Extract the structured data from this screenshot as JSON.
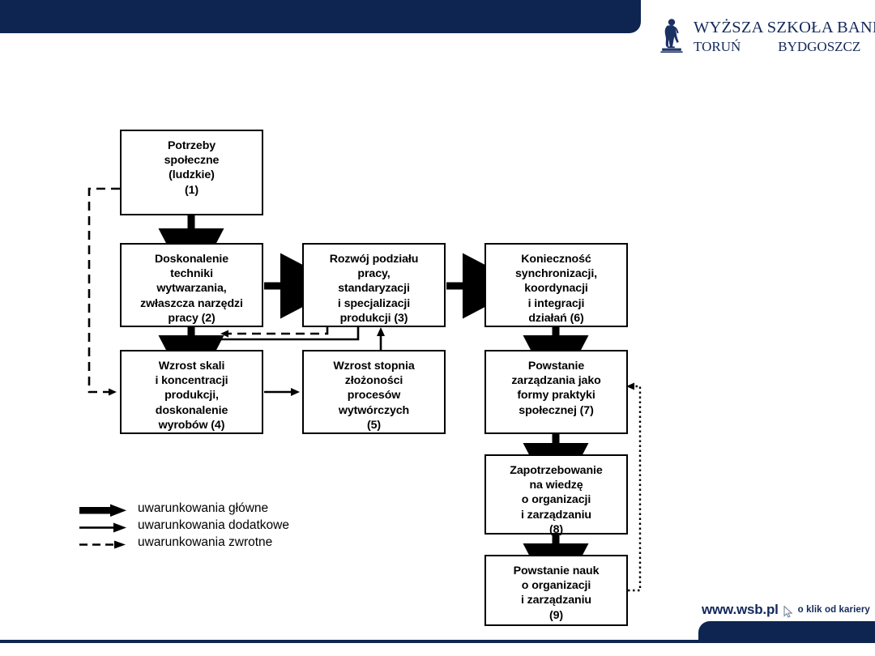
{
  "header": {
    "brand_line1": "WYŻSZA SZKOŁA BANKOWA",
    "brand_city1": "TORUŃ",
    "brand_city2": "BYDGOSZCZ",
    "logo_icon": "wsb-statue-logo-icon",
    "band_color": "#0d2550",
    "brand_color": "#13285a"
  },
  "footer": {
    "url": "www.wsb.pl",
    "tagline": "o klik od kariery",
    "cursor_icon": "mouse-pointer-icon",
    "band_color": "#0d2550"
  },
  "chart_data": {
    "type": "diagram",
    "title": "",
    "nodes": [
      {
        "id": 1,
        "label": "Potrzeby\nspołeczne\n(ludzkie)\n(1)"
      },
      {
        "id": 2,
        "label": "Doskonalenie\ntechniki\nwytwarzania,\nzwłaszcza narzędzi\npracy  (2)"
      },
      {
        "id": 3,
        "label": "Rozwój podziału\npracy,\nstandaryzacji\ni specjalizacji\nprodukcji (3)"
      },
      {
        "id": 6,
        "label": "Konieczność\nsynchronizacji,\nkoordynacji\ni integracji\ndziałań (6)"
      },
      {
        "id": 4,
        "label": "Wzrost skali\ni koncentracji\nprodukcji,\ndoskonalenie\nwyrobów (4)"
      },
      {
        "id": 5,
        "label": "Wzrost stopnia\nzłożoności\nprocesów\nwytwórczych\n(5)"
      },
      {
        "id": 7,
        "label": "Powstanie\nzarządzania jako\nformy praktyki\nspołecznej (7)"
      },
      {
        "id": 8,
        "label": "Zapotrzebowanie\nna wiedzę\no organizacji\ni zarządzaniu\n(8)"
      },
      {
        "id": 9,
        "label": "Powstanie nauk\no organizacji\ni zarządzaniu\n(9)"
      }
    ],
    "edges": [
      {
        "from": 1,
        "to": 2,
        "kind": "main"
      },
      {
        "from": 2,
        "to": 3,
        "kind": "main"
      },
      {
        "from": 3,
        "to": 6,
        "kind": "main"
      },
      {
        "from": 2,
        "to": 4,
        "kind": "main"
      },
      {
        "from": 6,
        "to": 7,
        "kind": "main"
      },
      {
        "from": 7,
        "to": 8,
        "kind": "main"
      },
      {
        "from": 8,
        "to": 9,
        "kind": "main"
      },
      {
        "from": 4,
        "to": 5,
        "kind": "additional"
      },
      {
        "from": 5,
        "to": 3,
        "kind": "additional"
      },
      {
        "from": 3,
        "to": 4,
        "kind": "additional"
      },
      {
        "from": 3,
        "to": 2,
        "kind": "feedback"
      },
      {
        "from": 1,
        "to": 4,
        "kind": "feedback"
      },
      {
        "from": 9,
        "to": 7,
        "kind": "feedback"
      }
    ]
  },
  "legend": {
    "items": [
      {
        "icon": "thick-arrow-icon",
        "label": "uwarunkowania główne"
      },
      {
        "icon": "thin-arrow-icon",
        "label": "uwarunkowania dodatkowe"
      },
      {
        "icon": "dashed-arrow-icon",
        "label": "uwarunkowania zwrotne"
      }
    ]
  }
}
